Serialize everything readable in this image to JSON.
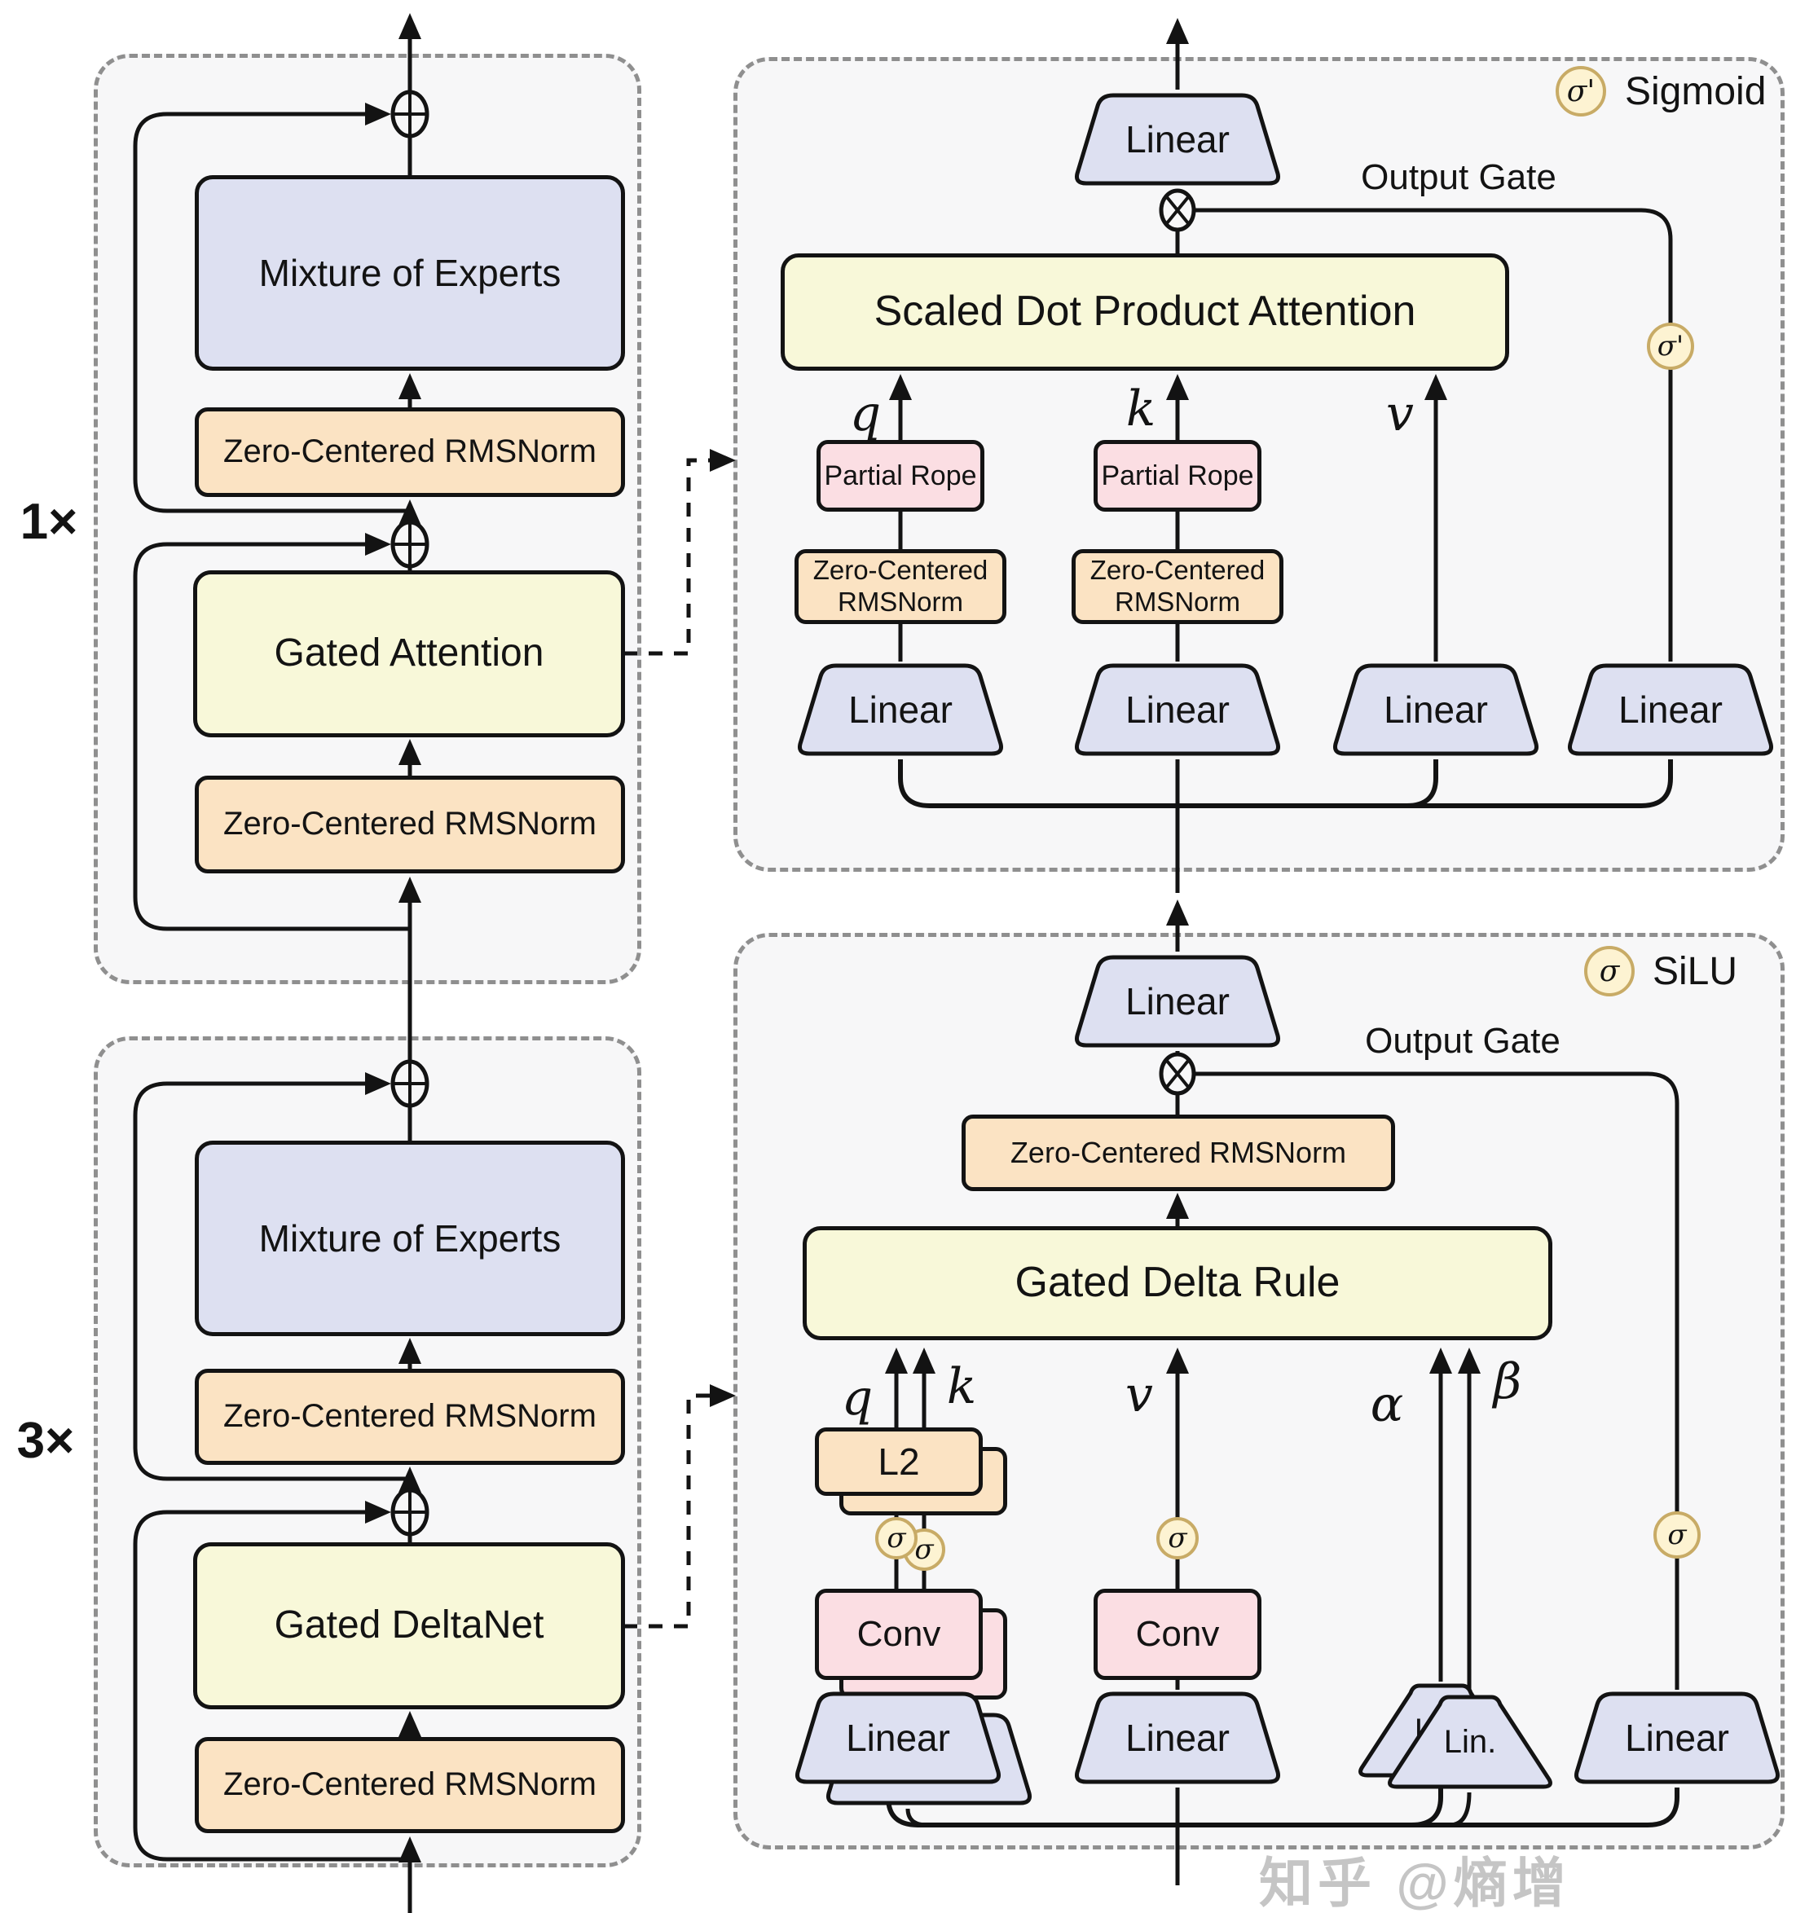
{
  "left_column": {
    "block_attention": {
      "repeat_label": "1×",
      "moe": "Mixture of Experts",
      "norm_after": "Zero-Centered RMSNorm",
      "core": "Gated Attention",
      "norm_before": "Zero-Centered RMSNorm"
    },
    "block_deltanet": {
      "repeat_label": "3×",
      "moe": "Mixture of Experts",
      "norm_after": "Zero-Centered RMSNorm",
      "core": "Gated DeltaNet",
      "norm_before": "Zero-Centered RMSNorm"
    }
  },
  "attention_panel": {
    "legend": {
      "symbol": "σ'",
      "label": "Sigmoid"
    },
    "linear_out": "Linear",
    "output_gate": "Output Gate",
    "attention": "Scaled Dot Product Attention",
    "labels": {
      "q": "q",
      "k": "k",
      "v": "v"
    },
    "rope_q": "Partial Rope",
    "rope_k": "Partial Rope",
    "norm_q": "Zero-Centered\nRMSNorm",
    "norm_k": "Zero-Centered\nRMSNorm",
    "linear_q": "Linear",
    "linear_k": "Linear",
    "linear_v": "Linear",
    "linear_gate": "Linear",
    "sigma_gate": "σ'"
  },
  "deltanet_panel": {
    "legend": {
      "symbol": "σ",
      "label": "SiLU"
    },
    "linear_out": "Linear",
    "output_gate": "Output Gate",
    "norm_out": "Zero-Centered RMSNorm",
    "delta_rule": "Gated Delta Rule",
    "labels": {
      "q": "q",
      "k": "k",
      "v": "v",
      "alpha": "α",
      "beta": "β"
    },
    "l2_norm": "L2",
    "conv_qk": "Conv",
    "conv_v": "Conv",
    "sigma_q": "σ",
    "sigma_k": "σ",
    "sigma_v": "σ",
    "sigma_gate": "σ",
    "linear_qk": "Linear",
    "linear_v": "Linear",
    "linear_alpha_beta": "Lin.",
    "linear_gate": "Linear"
  },
  "watermark": "知乎 @熵增"
}
